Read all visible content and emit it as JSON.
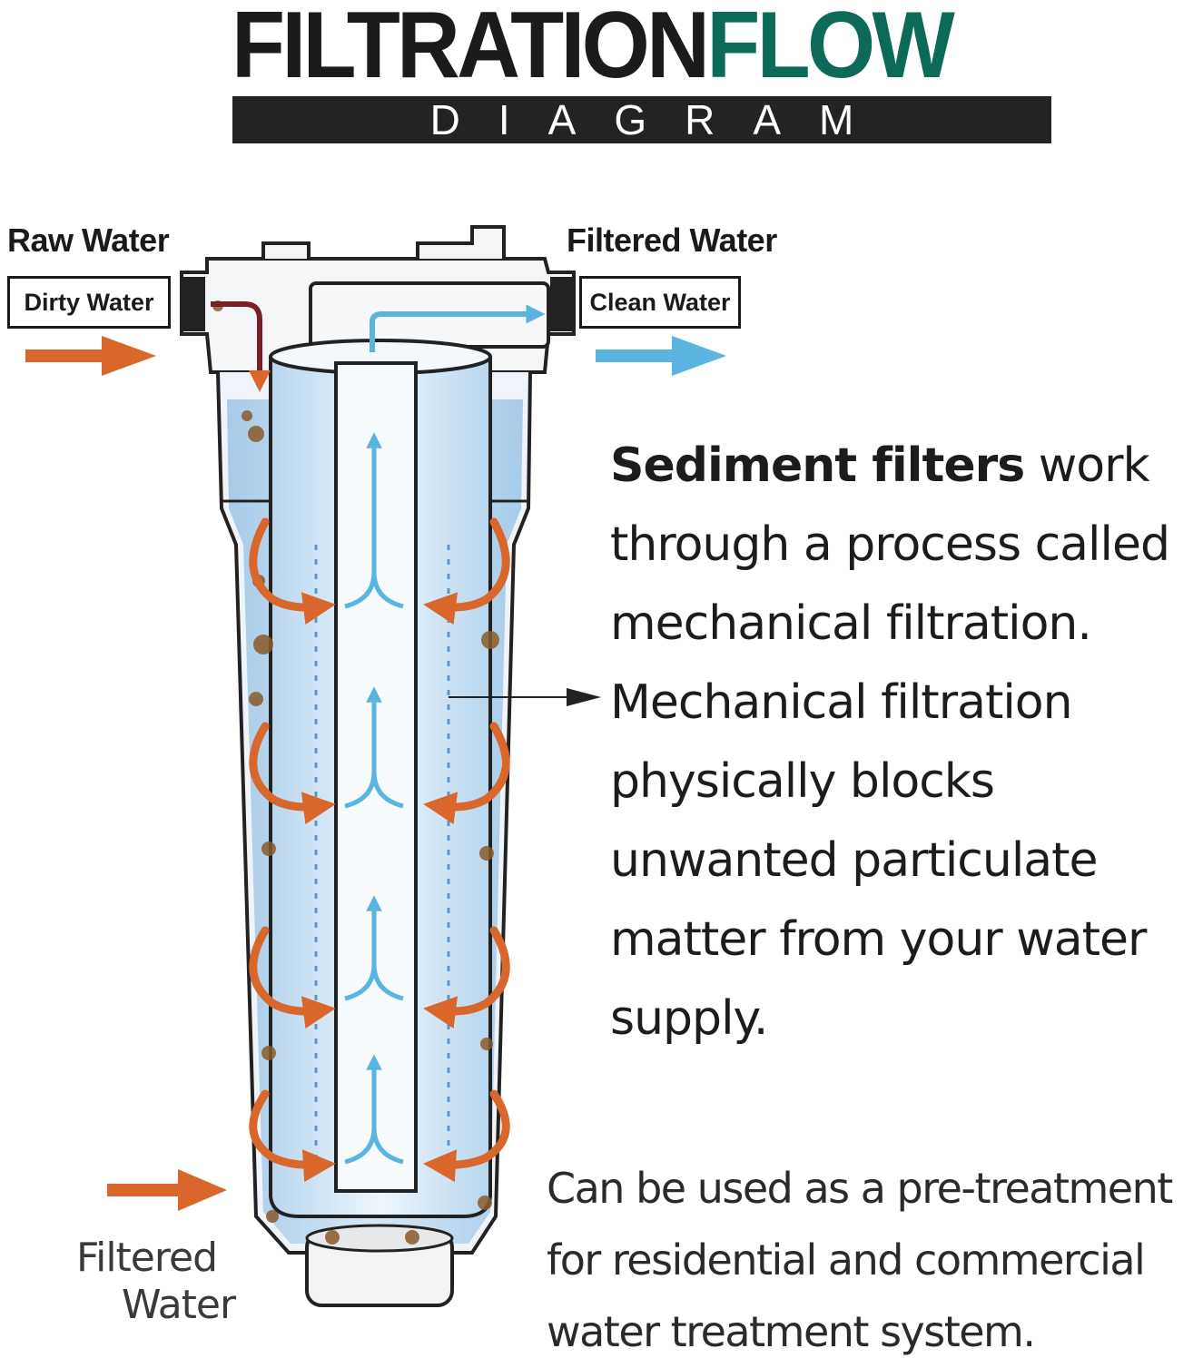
{
  "title": {
    "part1": "FILTRATION",
    "part2": "FLOW",
    "subtitle": "DIAGRAM"
  },
  "inlet": {
    "heading": "Raw Water",
    "box_label": "Dirty Water"
  },
  "outlet": {
    "heading": "Filtered Water",
    "box_label": "Clean Water"
  },
  "description": {
    "line1_bold": "Sediment filters",
    "line1_rest": " work",
    "line2": "through a process called",
    "line3": "mechanical filtration.",
    "line4": "Mechanical filtration",
    "line5": "physically blocks",
    "line6": "unwanted particulate",
    "line7": "matter from your water",
    "line8": "supply."
  },
  "note": {
    "line1": "Can be used as a pre-treatment",
    "line2": "for residential and commercial",
    "line3": "water treatment system."
  },
  "bottom_label": {
    "line1": "Filtered",
    "line2": "Water"
  },
  "colors": {
    "dirty_flow": "#d9662a",
    "clean_flow": "#5ab4e0",
    "title_accent": "#0b6b58",
    "housing_water": "#a9cdea"
  },
  "icons": [
    "inlet-arrow-icon",
    "outlet-arrow-icon",
    "pointer-arrow-icon",
    "bottom-arrow-icon"
  ]
}
